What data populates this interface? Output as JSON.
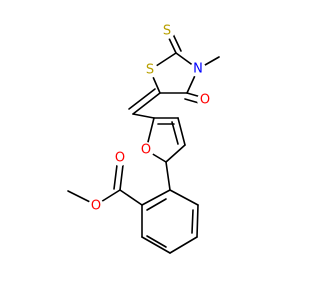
{
  "molecule": {
    "atoms": [
      {
        "id": "s_ring",
        "label": "S",
        "color": "#b8a000"
      },
      {
        "id": "s_thione",
        "label": "S",
        "color": "#b8a000"
      },
      {
        "id": "n_ring",
        "label": "N",
        "color": "#0000ff"
      },
      {
        "id": "o_carbonyl",
        "label": "O",
        "color": "#ff0000"
      },
      {
        "id": "o_furan",
        "label": "O",
        "color": "#ff0000"
      },
      {
        "id": "o_ester_carbonyl",
        "label": "O",
        "color": "#ff0000"
      },
      {
        "id": "o_ester",
        "label": "O",
        "color": "#ff0000"
      }
    ]
  }
}
